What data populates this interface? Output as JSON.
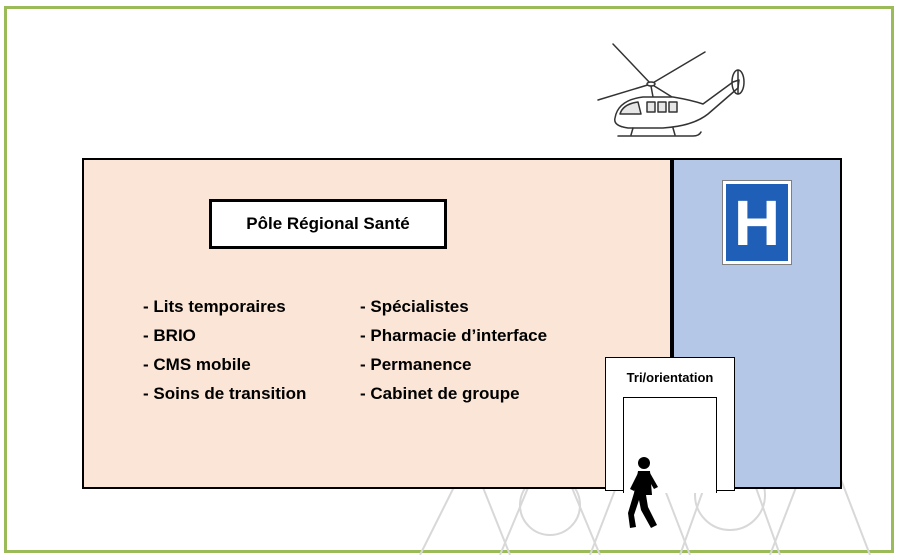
{
  "diagram": {
    "title": "Pôle Régional Santé",
    "left_list": [
      "- Lits temporaires",
      "- BRIO",
      "- CMS mobile",
      "- Soins de transition"
    ],
    "right_list": [
      "- Spécialistes",
      "- Pharmacie d’interface",
      "- Permanence",
      "- Cabinet de groupe"
    ],
    "triage_label": "Tri/orientation",
    "hospital_sign": "H",
    "icons": [
      "helicopter-icon",
      "hospital-sign-icon",
      "walking-person-icon"
    ],
    "colors": {
      "frame": "#9bbb59",
      "pole_fill": "#fbe5d6",
      "hospital_fill": "#b4c7e7",
      "sign_blue": "#1f5fb7"
    }
  }
}
